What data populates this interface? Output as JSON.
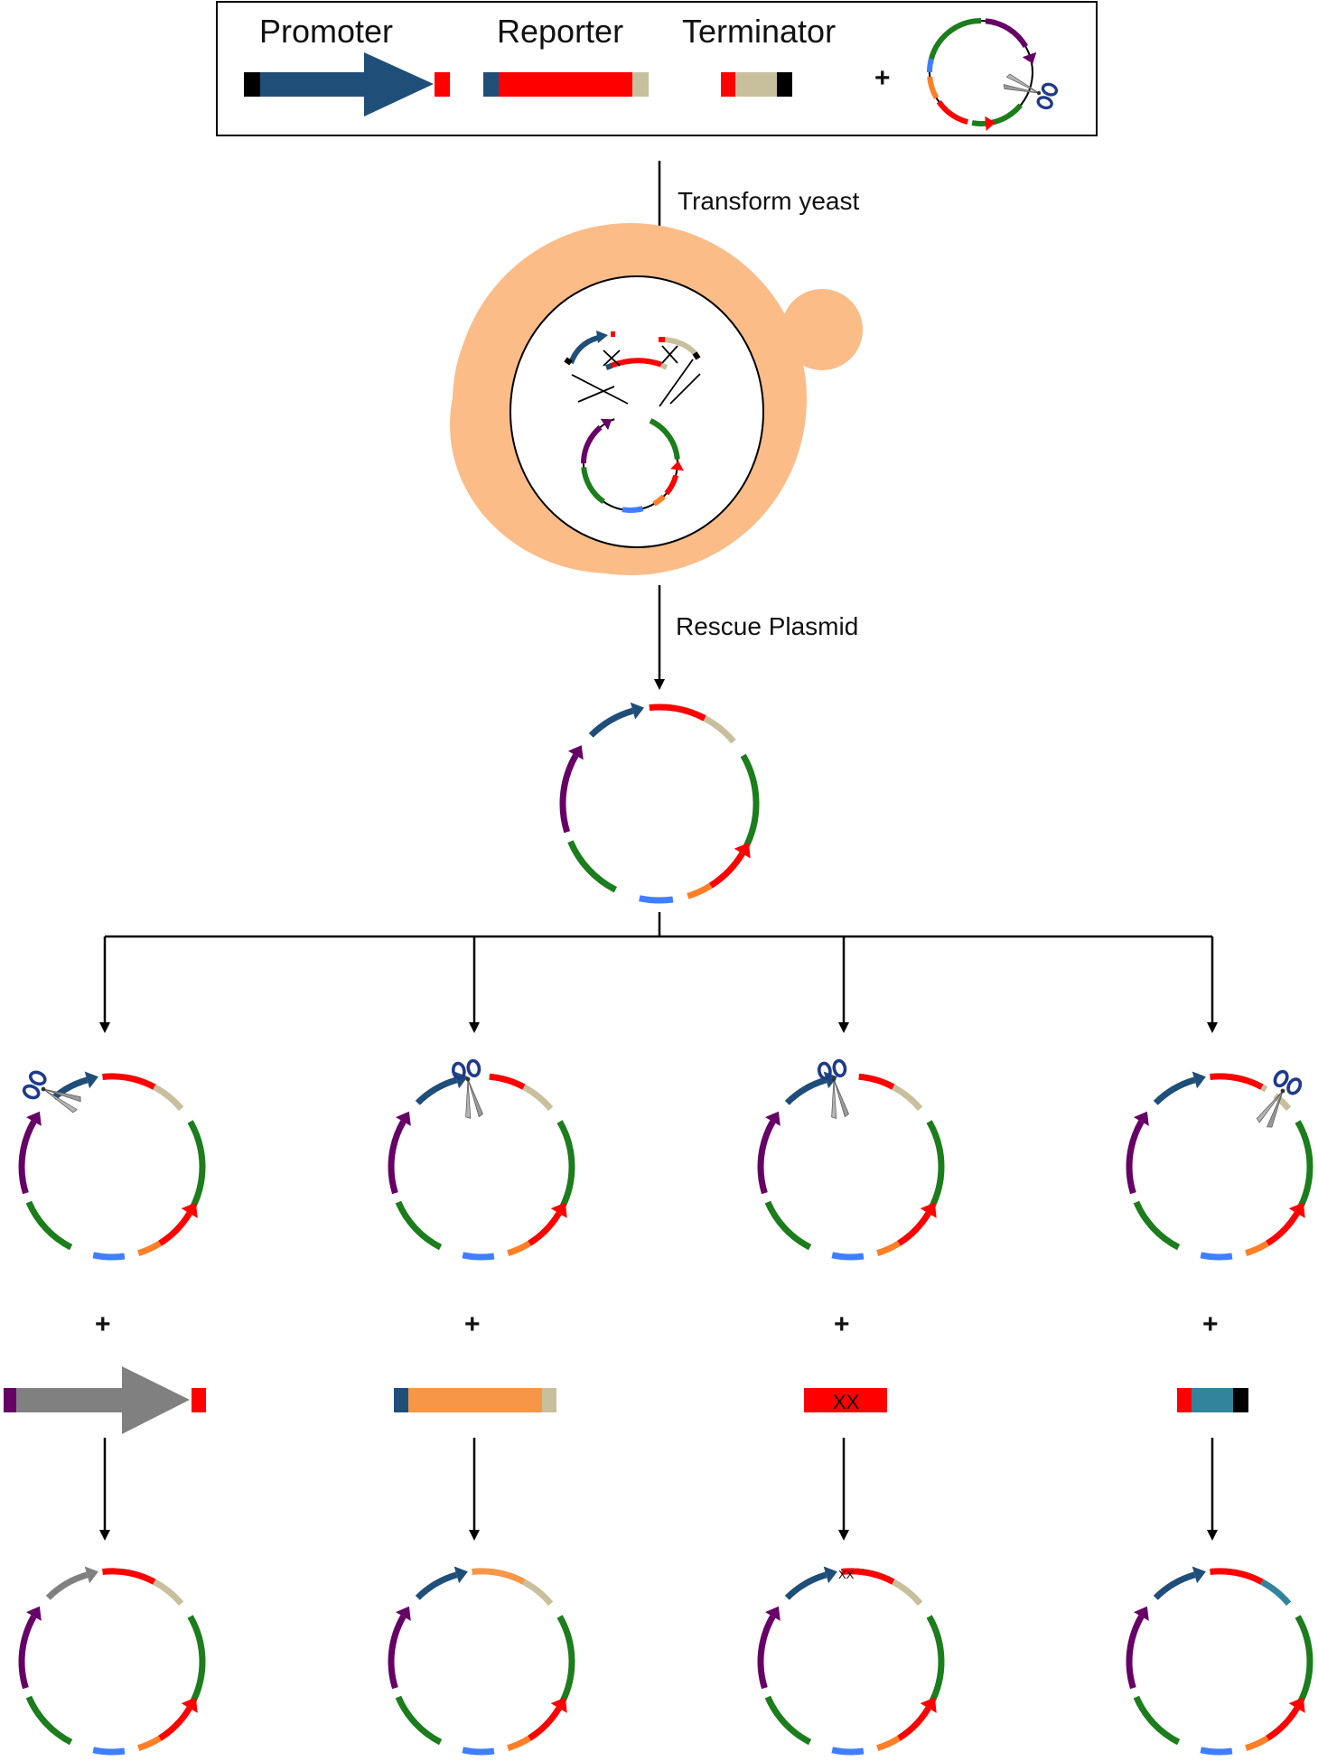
{
  "top_box": {
    "promoter_label": "Promoter",
    "reporter_label": "Reporter",
    "terminator_label": "Terminator",
    "plus": "+"
  },
  "steps": {
    "transform": "Transform yeast",
    "rescue": "Rescue Plasmid"
  },
  "lower": {
    "plus": "+",
    "mutation_mark": "XX"
  },
  "colors": {
    "promoter": "#1f4e79",
    "reporter": "#ff0000",
    "terminator": "#c8bf9d",
    "black_end": "#000000",
    "marker_green": "#1b7d1b",
    "marker_purple": "#660066",
    "marker_blue": "#3f7fff",
    "marker_orange": "#ff7f27",
    "yeast_cell": "#fbbc88",
    "alt_promoter": "#808080",
    "alt_promoter_end": "#660066",
    "alt_reporter": "#f79646",
    "alt_terminator": "#31849b"
  }
}
